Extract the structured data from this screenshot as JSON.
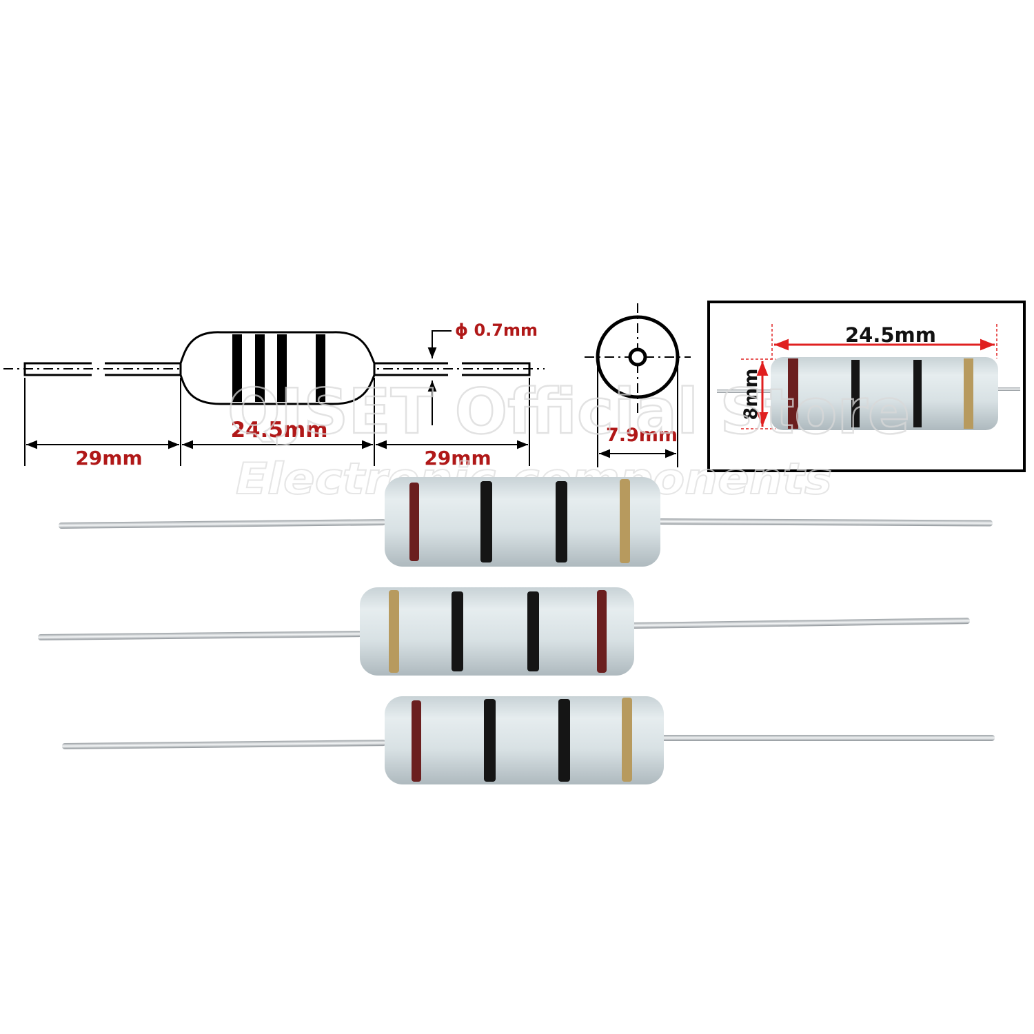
{
  "drawing": {
    "lead_left_length": "29mm",
    "body_length": "24.5mm",
    "lead_right_length": "29mm",
    "lead_diameter": "ϕ 0.7mm",
    "end_view_diameter": "7.9mm"
  },
  "inset_photo": {
    "length_label": "24.5mm",
    "height_label": "8mm"
  },
  "watermark": {
    "line1": "QJSET Official Store",
    "line2": "Electronic components"
  },
  "photo": {
    "resistor_count": 3,
    "band_colors": [
      "#6b1f1f",
      "#151515",
      "#151515",
      "#b79a5e"
    ]
  },
  "colors": {
    "dimension_text": "#b01818",
    "dimension_arrow_inset": "#e02020",
    "resistor_body": "#d6e0e3"
  }
}
